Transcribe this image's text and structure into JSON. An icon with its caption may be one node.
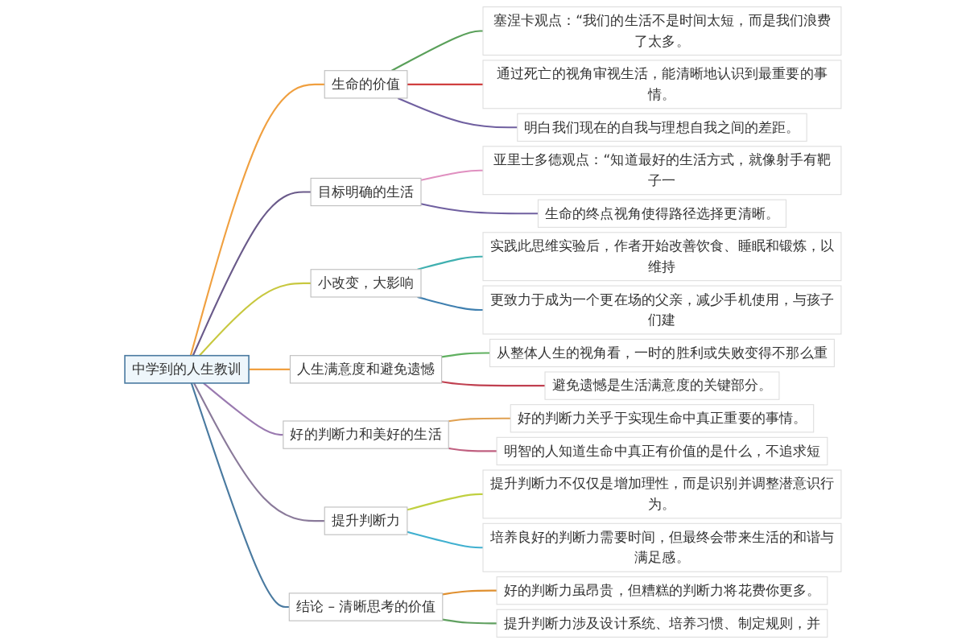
{
  "diagram": {
    "nodes": [
      {
        "text": [
          "中学到的人生教训"
        ]
      },
      {
        "text": [
          "生命的价值"
        ]
      },
      {
        "text": [
          "塞涅卡观点：“我们的生活不是时间太短，而是我们浪费了太多。"
        ]
      },
      {
        "text": [
          "通过死亡的视角审视生活，能清晰地认识到最重要的事情。"
        ]
      },
      {
        "text": [
          "明白我们现在的自我与理想自我之间的差距。"
        ]
      },
      {
        "text": [
          "目标明确的生活"
        ]
      },
      {
        "text": [
          "亚里士多德观点：“知道最好的生活方式，就像射手有靶子一"
        ]
      },
      {
        "text": [
          "生命的终点视角使得路径选择更清晰。"
        ]
      },
      {
        "text": [
          "小改变，大影响"
        ]
      },
      {
        "text": [
          "实践此思维实验后，作者开始改善饮食、睡眠和锻炼，以维持"
        ]
      },
      {
        "text": [
          "更致力于成为一个更在场的父亲，减少手机使用，与孩子们建"
        ]
      },
      {
        "text": [
          "人生满意度和避免遗憾"
        ]
      },
      {
        "text": [
          "从整体人生的视角看，一时的胜利或失败变得不那么重"
        ]
      },
      {
        "text": [
          "避免遗憾是生活满意度的关键部分。"
        ]
      },
      {
        "text": [
          "好的判断力和美好的生活"
        ]
      },
      {
        "text": [
          "好的判断力关乎于实现生命中真正重要的事情。"
        ]
      },
      {
        "text": [
          "明智的人知道生命中真正有价值的是什么，不追求短"
        ]
      },
      {
        "text": [
          "提升判断力"
        ]
      },
      {
        "text": [
          "提升判断力不仅仅是增加理性，而是识别并调整潜意识行为。"
        ]
      },
      {
        "text": [
          "培养良好的判断力需要时间，但最终会带来生活的和谐与满足感。"
        ]
      },
      {
        "text": [
          "结论 – 清晰思考的价值"
        ]
      },
      {
        "text": [
          "好的判断力虽昂贵，但糟糕的判断力将花费你更多。"
        ]
      },
      {
        "text": [
          "提升判断力涉及设计系统、培养习惯、制定规则，并"
        ]
      }
    ],
    "edges": [
      {
        "from": 0,
        "to": 1,
        "arrow": "none",
        "color": "#f0a040"
      },
      {
        "from": 1,
        "to": 2,
        "arrow": "none",
        "color": "#5aa05a"
      },
      {
        "from": 1,
        "to": 3,
        "arrow": "none",
        "color": "#d04040"
      },
      {
        "from": 1,
        "to": 4,
        "arrow": "none",
        "color": "#7060a0"
      },
      {
        "from": 0,
        "to": 5,
        "arrow": "none",
        "color": "#6a5a8a"
      },
      {
        "from": 5,
        "to": 6,
        "arrow": "none",
        "color": "#e090c0"
      },
      {
        "from": 5,
        "to": 7,
        "arrow": "none",
        "color": "#7060a0"
      },
      {
        "from": 0,
        "to": 8,
        "arrow": "none",
        "color": "#c8c840"
      },
      {
        "from": 8,
        "to": 9,
        "arrow": "none",
        "color": "#40b0b0"
      },
      {
        "from": 8,
        "to": 10,
        "arrow": "none",
        "color": "#4080b0"
      },
      {
        "from": 0,
        "to": 11,
        "arrow": "none",
        "color": "#f0a040"
      },
      {
        "from": 11,
        "to": 12,
        "arrow": "none",
        "color": "#60b060"
      },
      {
        "from": 11,
        "to": 13,
        "arrow": "none",
        "color": "#c04050"
      },
      {
        "from": 0,
        "to": 14,
        "arrow": "none",
        "color": "#9a7ab0"
      },
      {
        "from": 14,
        "to": 15,
        "arrow": "none",
        "color": "#e0a050"
      },
      {
        "from": 14,
        "to": 16,
        "arrow": "none",
        "color": "#c06080"
      },
      {
        "from": 0,
        "to": 17,
        "arrow": "none",
        "color": "#8a7a9a"
      },
      {
        "from": 17,
        "to": 18,
        "arrow": "none",
        "color": "#c0d040"
      },
      {
        "from": 17,
        "to": 19,
        "arrow": "none",
        "color": "#40b0d0"
      },
      {
        "from": 0,
        "to": 20,
        "arrow": "none",
        "color": "#4a7aa0"
      },
      {
        "from": 20,
        "to": 21,
        "arrow": "none",
        "color": "#e09030"
      },
      {
        "from": 20,
        "to": 22,
        "arrow": "none",
        "color": "#60a060"
      }
    ]
  }
}
